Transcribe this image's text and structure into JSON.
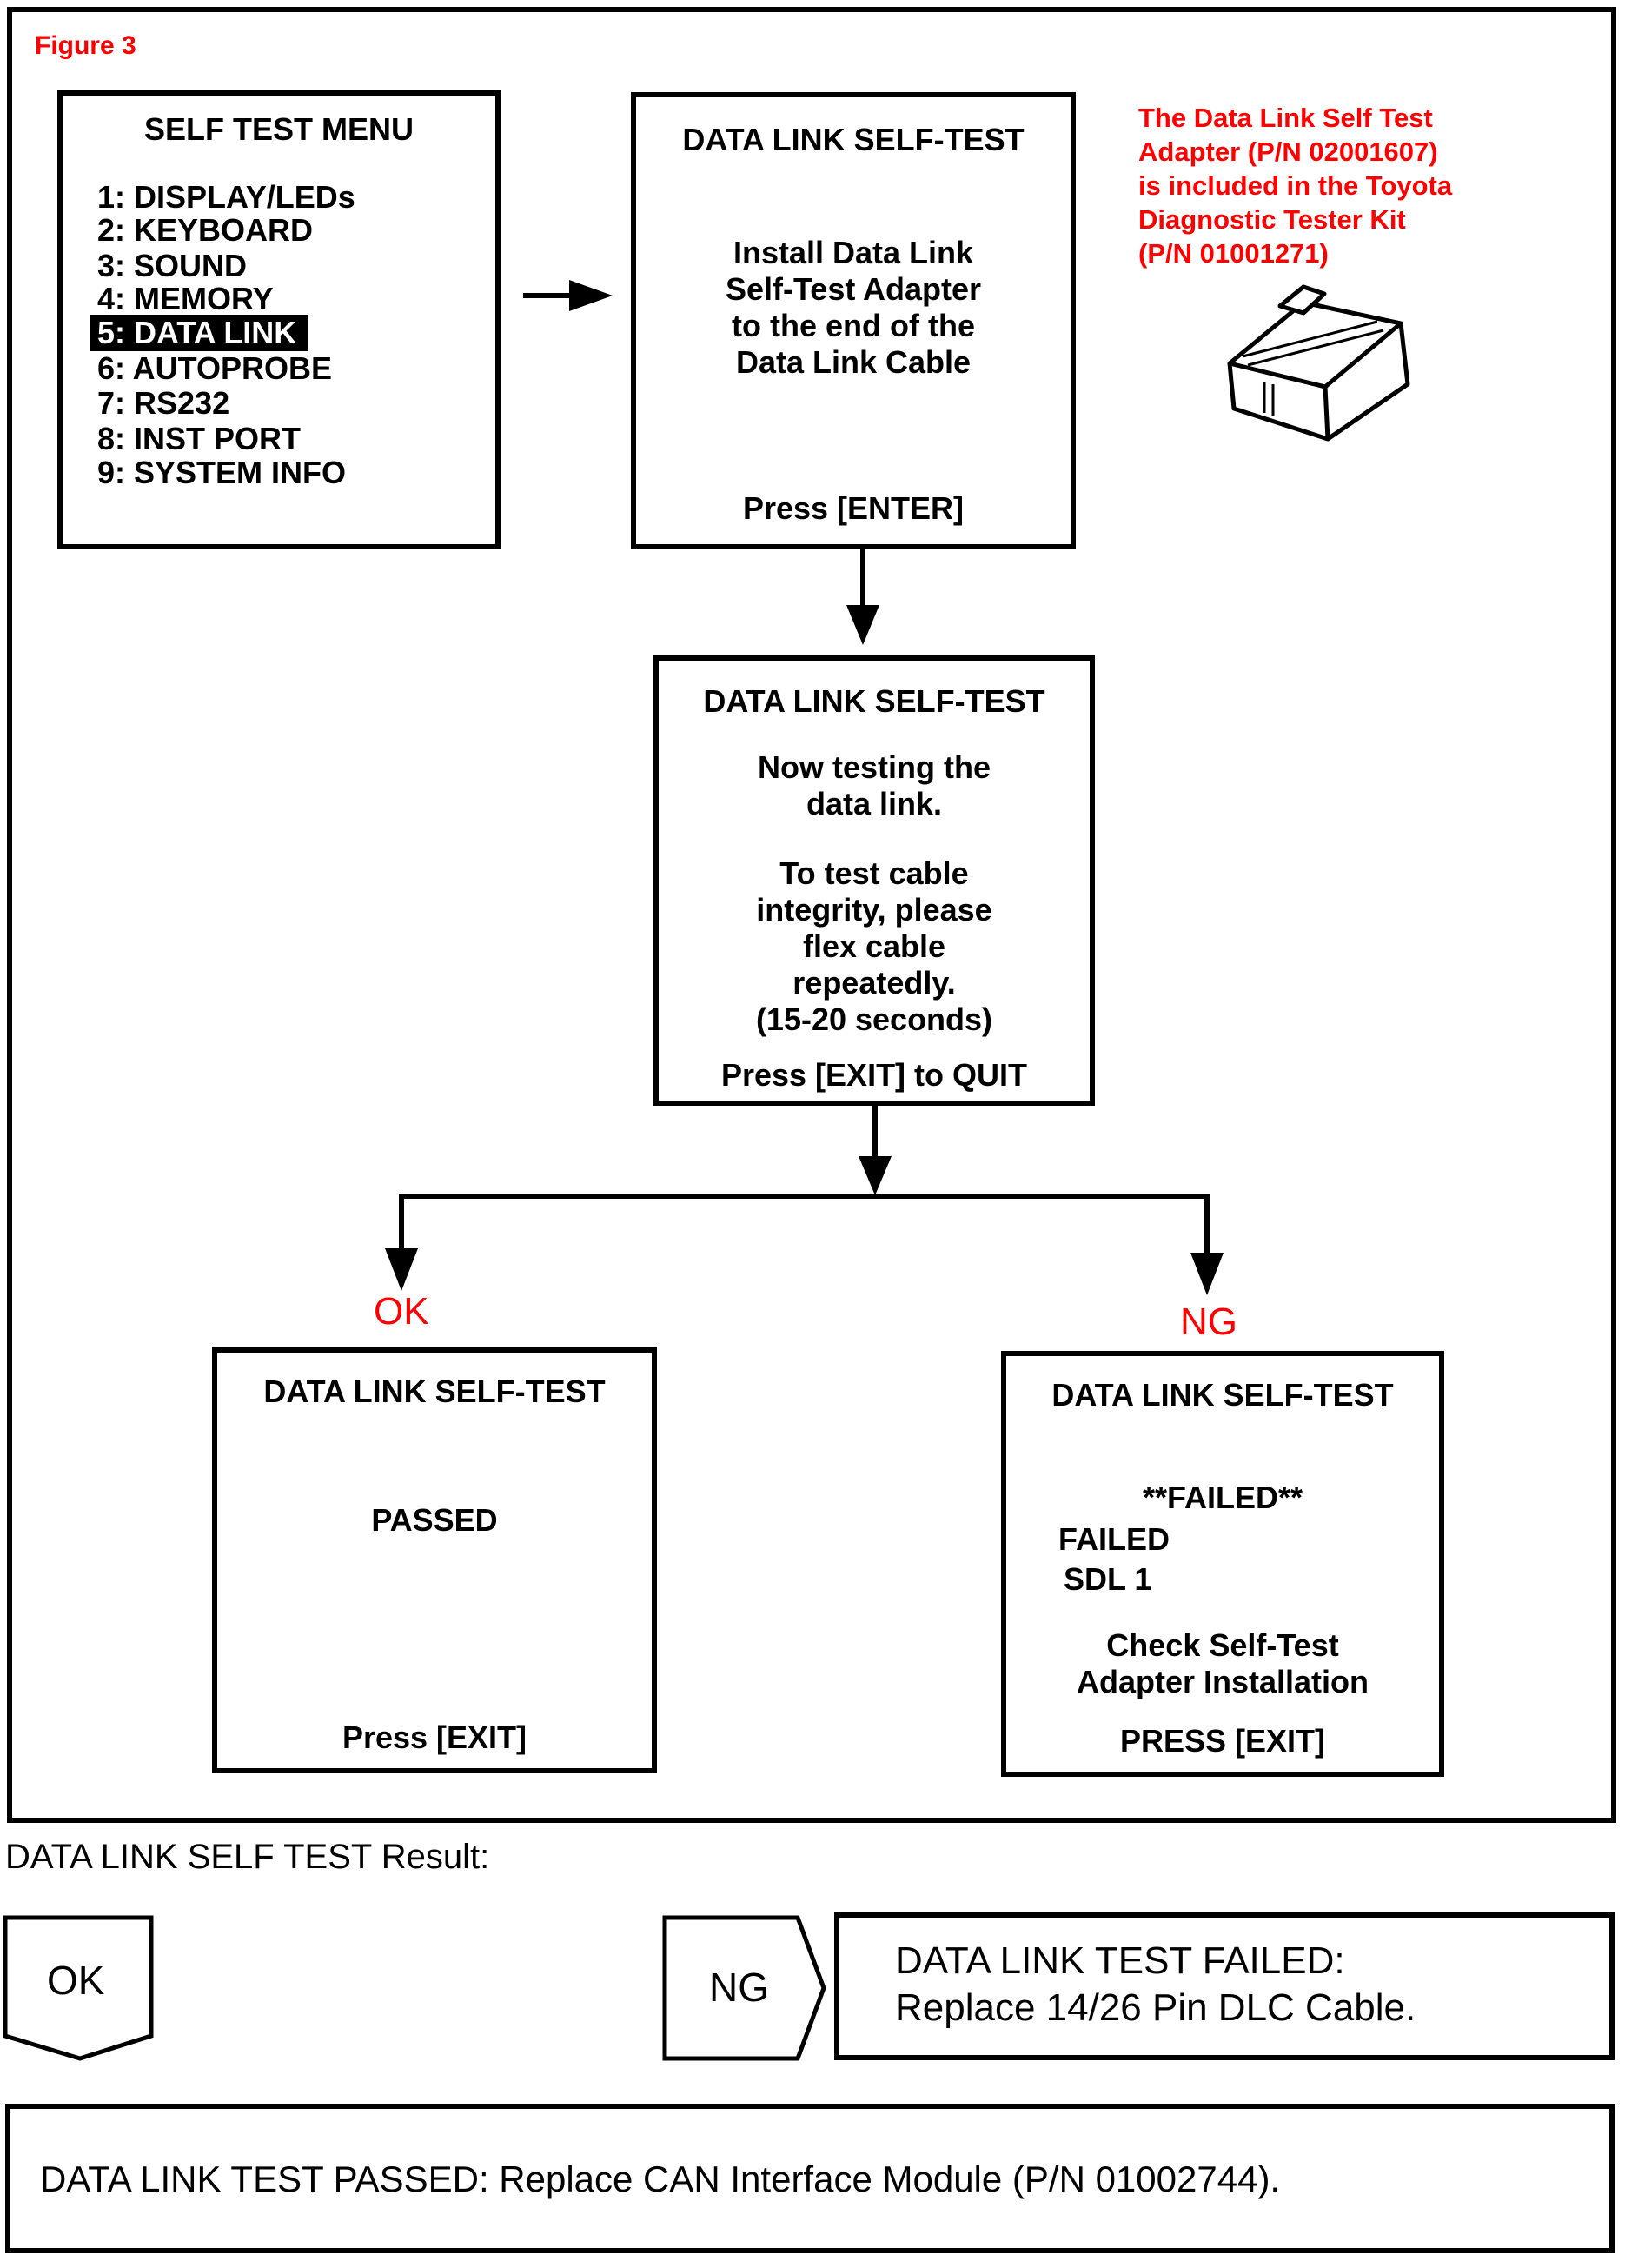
{
  "figure_label": "Figure 3",
  "menu": {
    "title": "SELF TEST MENU",
    "items": [
      {
        "label": "1: DISPLAY/LEDs"
      },
      {
        "label": "2: KEYBOARD"
      },
      {
        "label": "3: SOUND"
      },
      {
        "label": "4: MEMORY"
      },
      {
        "label": "5: DATA LINK",
        "highlighted": true
      },
      {
        "label": "6: AUTOPROBE"
      },
      {
        "label": "7: RS232"
      },
      {
        "label": "8: INST PORT"
      },
      {
        "label": "9: SYSTEM INFO"
      }
    ]
  },
  "screen_install": {
    "title": "DATA LINK SELF-TEST",
    "body": [
      "Install Data Link",
      "Self-Test Adapter",
      "to the end of the",
      "Data Link Cable"
    ],
    "prompt": "Press [ENTER]"
  },
  "adapter_note": {
    "lines": [
      "The Data Link Self Test",
      "Adapter (P/N 02001607)",
      "is included in the Toyota",
      "Diagnostic Tester Kit",
      "(P/N 01001271)"
    ],
    "color": "#ff0000"
  },
  "screen_testing": {
    "title": "DATA LINK SELF-TEST",
    "line1": [
      "Now testing the",
      "data link."
    ],
    "line2": [
      "To test cable",
      "integrity, please",
      "flex cable",
      "repeatedly.",
      "(15-20 seconds)"
    ],
    "prompt": "Press [EXIT] to QUIT"
  },
  "branch_ok_label": "OK",
  "branch_ng_label": "NG",
  "screen_passed": {
    "title": "DATA LINK SELF-TEST",
    "status": "PASSED",
    "prompt": "Press [EXIT]"
  },
  "screen_failed": {
    "title": "DATA LINK SELF-TEST",
    "status": "**FAILED**",
    "detail1": "FAILED",
    "detail2": "SDL 1",
    "message": [
      "Check Self-Test",
      "Adapter Installation"
    ],
    "prompt": "PRESS [EXIT]"
  },
  "result": {
    "heading": "DATA LINK SELF TEST Result:",
    "ok_tag": "OK",
    "ng_tag": "NG",
    "ng_action": [
      "DATA LINK TEST FAILED:",
      "Replace 14/26 Pin DLC Cable."
    ],
    "ok_action": "DATA LINK TEST PASSED: Replace CAN Interface Module (P/N 01002744)."
  },
  "colors": {
    "accent_red": "#ff0000",
    "line": "#000000"
  }
}
